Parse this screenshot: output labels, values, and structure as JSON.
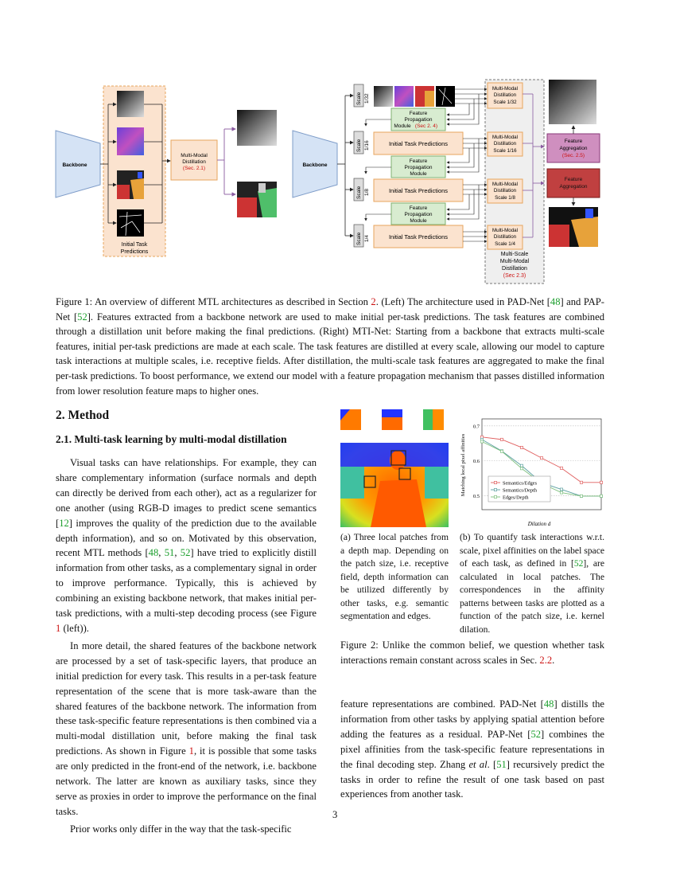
{
  "figure1": {
    "left": {
      "backbone": "Backbone",
      "distill_line1": "Multi-Modal",
      "distill_line2": "Distillation",
      "distill_ref": "(Sec. 2.1)",
      "initial_line1": "Initial Task",
      "initial_line2": "Predictions"
    },
    "right": {
      "backbone": "Backbone",
      "scale_word": "Scale",
      "scales": [
        "1/32",
        "1/16",
        "1/8",
        "1/4"
      ],
      "initial_preds": "Initial Task Predictions",
      "fp1_l1": "Feature",
      "fp1_l2": "Propagation",
      "fp1_l3": "Module",
      "fp1_ref": "(Sec 2. 4)",
      "fp2_l1": "Feature",
      "fp2_l2": "Propagation",
      "fp2_l3": "Module",
      "fp3_l1": "Feature",
      "fp3_l2": "Propagation",
      "fp3_l3": "Module",
      "md_l1": "Multi-Modal",
      "md_l2": "Distillation",
      "md_scales": [
        "Scale 1/32",
        "Scale 1/16",
        "Scale 1/8",
        "Scale 1/4"
      ],
      "ms_l1": "Multi-Scale",
      "ms_l2": "Multi-Modal",
      "ms_l3": "Distillation",
      "ms_ref": "(Sec 2.3)",
      "fa1_l1": "Feature",
      "fa1_l2": "Aggregation",
      "fa1_ref": "(Sec. 2.5)",
      "fa2_l1": "Feature",
      "fa2_l2": "Aggregation"
    }
  },
  "caption1": {
    "p1": "Figure 1:  An overview of different MTL architectures as described in Section ",
    "ref_sec": "2",
    "p2": ".  (Left) The architecture used in PAD-Net [",
    "ref48": "48",
    "p3": "] and PAP-Net [",
    "ref52": "52",
    "p4": "]. Features extracted from a backbone network are used to make initial per-task predictions. The task features are combined through a distillation unit before making the final predictions. (Right) MTI-Net: Starting from a backbone that extracts multi-scale features, initial per-task predictions are made at each scale. The task features are distilled at every scale, allowing our model to capture task interactions at multiple scales, i.e. receptive fields. After distillation, the multi-scale task features are aggregated to make the final per-task predictions. To boost performance, we extend our model with a feature propagation mechanism that passes distilled information from lower resolution feature maps to higher ones."
  },
  "section": {
    "title": "2. Method",
    "subtitle": "2.1. Multi-task learning by multi-modal distillation"
  },
  "left_col": {
    "para1_a": "Visual tasks can have relationships. For example, they can share complementary information (surface normals and depth can directly be derived from each other), act as a regularizer for one another (using RGB-D images to predict scene semantics [",
    "ref12": "12",
    "para1_b": "] improves the quality of the prediction due to the available depth information), and so on. Motivated by this observation, recent MTL methods [",
    "ref48": "48",
    "sep1": ", ",
    "ref51": "51",
    "sep2": ", ",
    "ref52": "52",
    "para1_c": "] have tried to explicitly distill information from other tasks, as a complementary signal in order to improve performance. Typically, this is achieved by combining an existing backbone network, that makes initial per-task predictions, with a multi-step decoding process (see Figure ",
    "ref_fig1": "1",
    "para1_d": " (left)).",
    "para2_a": "In more detail, the shared features of the backbone network are processed by a set of task-specific layers, that produce an initial prediction for every task. This results in a per-task feature representation of the scene that is more task-aware than the shared features of the backbone network. The information from these task-specific feature representations is then combined via a multi-modal distillation unit, before making the final task predictions. As shown in Figure ",
    "ref_fig1b": "1",
    "para2_b": ", it is possible that some tasks are only predicted in the front-end of the network, i.e. backbone network. The latter are known as auxiliary tasks, since they serve as proxies in order to improve the performance on the final tasks.",
    "para3": "Prior works only differ in the way that the task-specific"
  },
  "figure2": {
    "subcap_a": "(a) Three local patches from a depth map. Depending on the patch size, i.e. receptive field, depth information can be utilized differently by other tasks, e.g. semantic segmentation and edges.",
    "subcap_b_1": "(b) To quantify task interactions w.r.t. scale, pixel affinities on the label space of each task, as defined in [",
    "subcap_b_ref": "52",
    "subcap_b_2": "], are calculated in local patches. The correspondences in the affinity patterns between tasks are plotted as a function of the patch size, i.e. kernel dilation.",
    "caption_1": "Figure 2: Unlike the common belief, we question whether task interactions remain constant across scales in Sec. ",
    "caption_ref": "2.2",
    "caption_2": "."
  },
  "chart_data": {
    "type": "line",
    "xlabel": "Dilation d",
    "ylabel": "Matching local pixel affinities",
    "ylim": [
      0.46,
      0.72
    ],
    "yticks": [
      "0.7",
      "0.6",
      "0.5"
    ],
    "grid": true,
    "legend_position": "bottom-left",
    "x": [
      1,
      2,
      3,
      4,
      5,
      6,
      7
    ],
    "series": [
      {
        "name": "Semantics/Edges",
        "color": "#e06060",
        "values": [
          0.668,
          0.661,
          0.638,
          0.608,
          0.579,
          0.538,
          0.538
        ]
      },
      {
        "name": "Semantics/Depth",
        "color": "#5a9fa0",
        "values": [
          0.661,
          0.628,
          0.586,
          0.537,
          0.518,
          0.499,
          0.499
        ]
      },
      {
        "name": "Edges/Depth",
        "color": "#7ec07e",
        "values": [
          0.655,
          0.627,
          0.578,
          0.535,
          0.509,
          0.499,
          0.499
        ]
      }
    ]
  },
  "right_col": {
    "t1": "feature representations are combined. PAD-Net [",
    "ref48": "48",
    "t2": "] distills the information from other tasks by applying spatial attention before adding the features as a residual. PAP-Net [",
    "ref52": "52",
    "t3": "] combines the pixel affinities from the task-specific feature representations in the final decoding step. Zhang ",
    "etal": "et al",
    "t4": ". [",
    "ref51": "51",
    "t5": "] recursively predict the tasks in order to refine the result of one task based on past experiences from another task."
  },
  "page_number": "3"
}
